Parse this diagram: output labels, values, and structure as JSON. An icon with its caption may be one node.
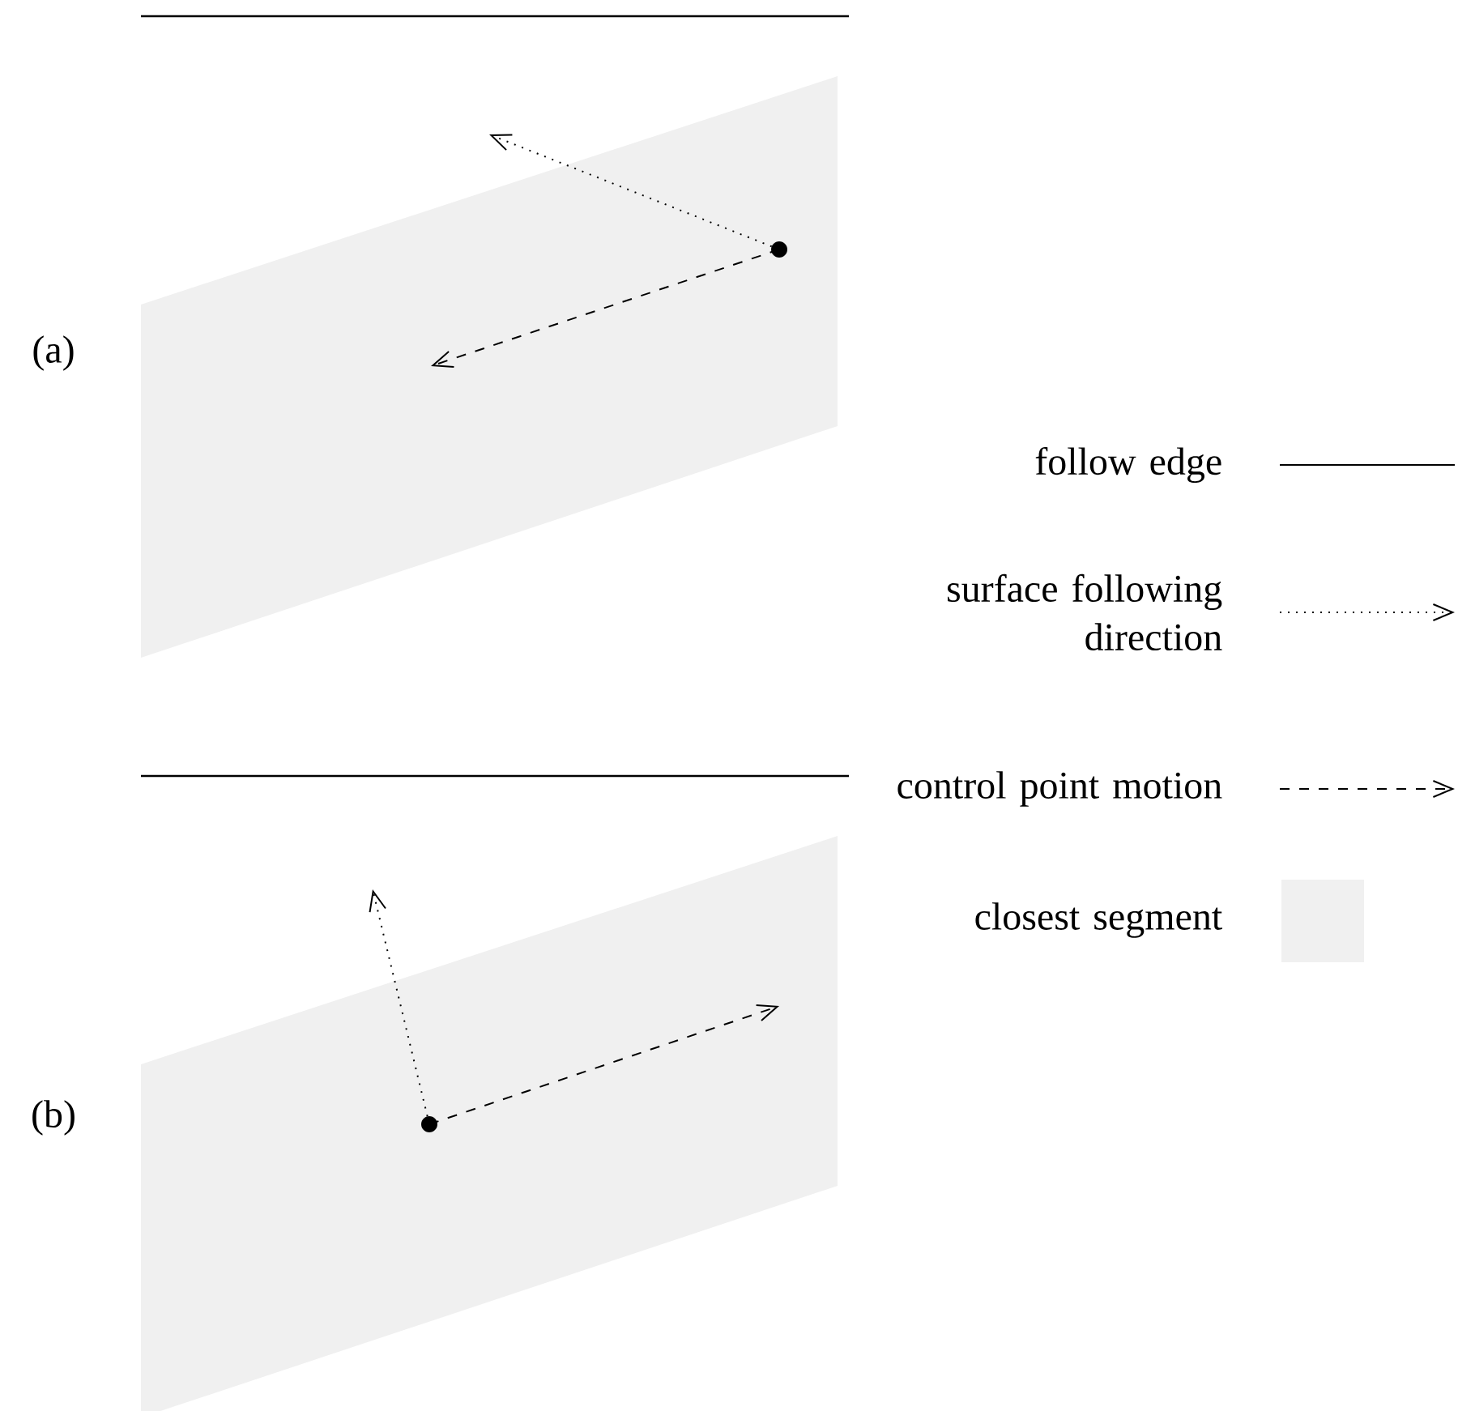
{
  "diagram": {
    "labels": [
      "(a)",
      "(b)"
    ],
    "legend": [
      {
        "text": "follow edge"
      },
      {
        "text": "surface following direction"
      },
      {
        "text": "control point motion"
      },
      {
        "text": "closest segment",
        "color": "#f0f0f0"
      }
    ]
  }
}
